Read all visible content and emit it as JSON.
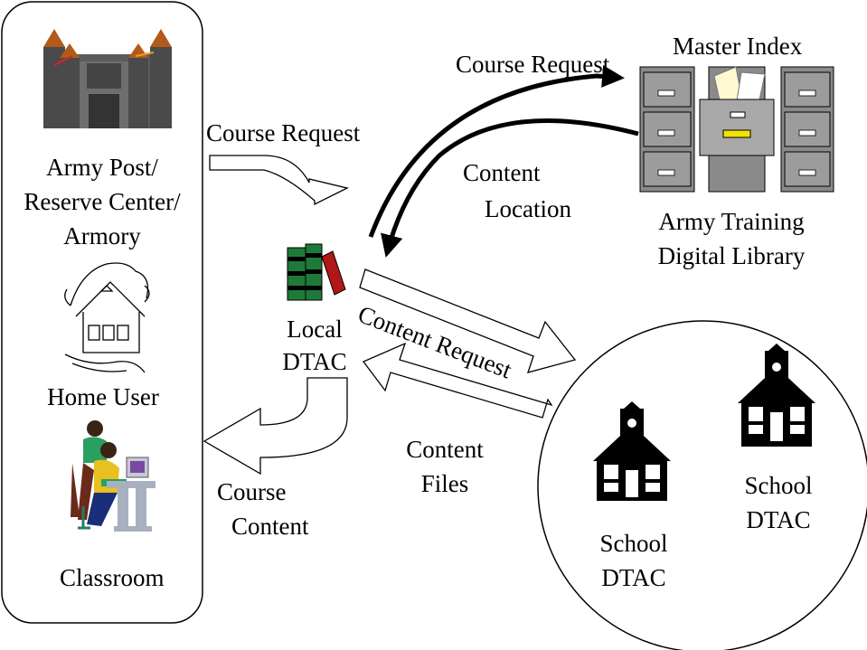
{
  "left_panel": {
    "army_post_lines": [
      "Army Post/",
      "Reserve Center/",
      "Armory"
    ],
    "home_user": "Home User",
    "classroom": "Classroom"
  },
  "local_dtac": [
    "Local",
    "DTAC"
  ],
  "arrows": {
    "course_request_left": "Course Request",
    "course_request_top": "Course Request",
    "content_location": [
      "Content",
      "Location"
    ],
    "content_request": "Content Request",
    "content_files": [
      "Content",
      "Files"
    ],
    "course_content": [
      "Course",
      "Content"
    ]
  },
  "library": {
    "master_index": "Master Index",
    "name_lines": [
      "Army Training",
      "Digital Library"
    ]
  },
  "schools": {
    "school_left": [
      "School",
      "DTAC"
    ],
    "school_right": [
      "School",
      "DTAC"
    ]
  },
  "colors": {
    "castle": "#5a5a5a",
    "book_green": "#1f7a3a",
    "book_red": "#b01818",
    "teacher_shirt": "#2aa060",
    "student_shirt": "#e8c020",
    "cabinet": "#8a8a8a",
    "label_yellow": "#f2e400"
  }
}
